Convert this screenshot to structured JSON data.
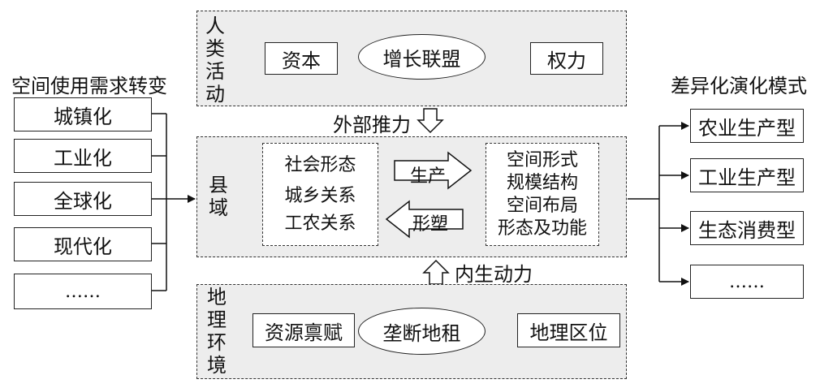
{
  "demand": {
    "title": "空间使用需求转变",
    "items": [
      "城镇化",
      "工业化",
      "全球化",
      "现代化",
      "……"
    ]
  },
  "human": {
    "label": "人类活动",
    "left": "资本",
    "center": "增长联盟",
    "right": "权力"
  },
  "external": "外部推力",
  "county": {
    "label": "县域",
    "left_items": [
      "社会形态",
      "城乡关系",
      "工农关系"
    ],
    "produce": "生产",
    "shape": "形塑",
    "right_items": [
      "空间形式",
      "规模结构",
      "空间布局",
      "形态及功能"
    ]
  },
  "internal": "内生动力",
  "geo": {
    "label": "地理环境",
    "left": "资源禀赋",
    "center": "垄断地租",
    "right": "地理区位"
  },
  "modes": {
    "title": "差异化演化模式",
    "items": [
      "农业生产型",
      "工业生产型",
      "生态消费型",
      "……"
    ]
  }
}
